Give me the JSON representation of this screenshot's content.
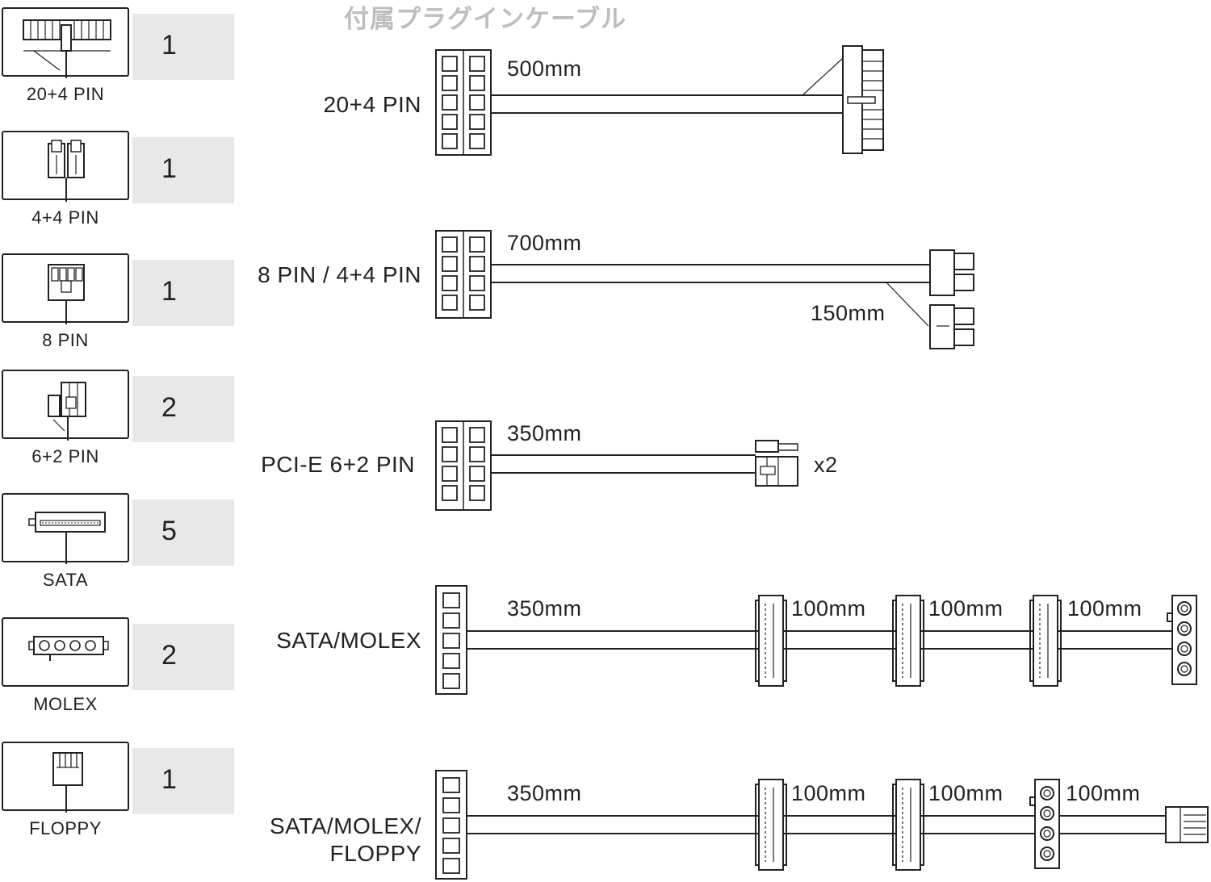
{
  "title": "付属プラグインケーブル",
  "connectors": [
    {
      "label": "20+4 PIN",
      "count": "1",
      "icon": "atx-24pin-icon"
    },
    {
      "label": "4+4 PIN",
      "count": "1",
      "icon": "eps-4plus4-icon"
    },
    {
      "label": "8 PIN",
      "count": "1",
      "icon": "eps-8pin-icon"
    },
    {
      "label": "6+2 PIN",
      "count": "2",
      "icon": "pcie-6plus2-icon"
    },
    {
      "label": "SATA",
      "count": "5",
      "icon": "sata-icon"
    },
    {
      "label": "MOLEX",
      "count": "2",
      "icon": "molex-icon"
    },
    {
      "label": "FLOPPY",
      "count": "1",
      "icon": "floppy-icon"
    }
  ],
  "cables": [
    {
      "label": "20+4 PIN",
      "lengths": [
        "500mm"
      ]
    },
    {
      "label": "8 PIN / 4+4 PIN",
      "lengths": [
        "700mm",
        "150mm"
      ]
    },
    {
      "label": "PCI-E 6+2 PIN",
      "lengths": [
        "350mm"
      ],
      "multiplier": "x2"
    },
    {
      "label": "SATA/MOLEX",
      "lengths": [
        "350mm",
        "100mm",
        "100mm",
        "100mm"
      ]
    },
    {
      "label_line1": "SATA/MOLEX/",
      "label_line2": "FLOPPY",
      "lengths": [
        "350mm",
        "100mm",
        "100mm",
        "100mm"
      ]
    }
  ],
  "colors": {
    "line": "#222222",
    "count_bg": "#e8e8e8",
    "title": "#bdbdbd"
  }
}
